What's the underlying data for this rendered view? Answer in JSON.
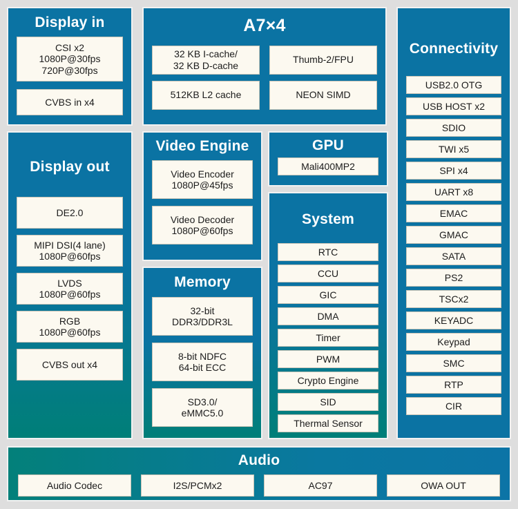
{
  "diagram": {
    "colors": {
      "background": "#dedede",
      "panel_blue": "#0b73a3",
      "panel_teal": "#007f78",
      "box_cream": "#fcf9f0",
      "title_text": "#ffffff",
      "box_text": "#1b1b1b"
    }
  },
  "display_in": {
    "title": "Display in",
    "boxes": [
      "CSI x2\n1080P@30fps\n720P@30fps",
      "CVBS in x4"
    ]
  },
  "a7": {
    "title": "A7×4",
    "boxes": [
      "32 KB I-cache/\n32 KB D-cache",
      "Thumb-2/FPU",
      "512KB L2 cache",
      "NEON SIMD"
    ]
  },
  "connectivity": {
    "title": "Connectivity",
    "boxes": [
      "USB2.0 OTG",
      "USB HOST x2",
      "SDIO",
      "TWI x5",
      "SPI x4",
      "UART x8",
      "EMAC",
      "GMAC",
      "SATA",
      "PS2",
      "TSCx2",
      "KEYADC",
      "Keypad",
      "SMC",
      "RTP",
      "CIR"
    ]
  },
  "display_out": {
    "title": "Display out",
    "boxes": [
      "DE2.0",
      "MIPI DSI(4 lane)\n1080P@60fps",
      "LVDS\n1080P@60fps",
      "RGB\n1080P@60fps",
      "CVBS out x4"
    ]
  },
  "video_engine": {
    "title": "Video Engine",
    "boxes": [
      "Video Encoder\n1080P@45fps",
      "Video Decoder\n1080P@60fps"
    ]
  },
  "memory": {
    "title": "Memory",
    "boxes": [
      "32-bit\nDDR3/DDR3L",
      "8-bit NDFC\n64-bit ECC",
      "SD3.0/\neMMC5.0"
    ]
  },
  "gpu": {
    "title": "GPU",
    "boxes": [
      "Mali400MP2"
    ]
  },
  "system": {
    "title": "System",
    "boxes": [
      "RTC",
      "CCU",
      "GIC",
      "DMA",
      "Timer",
      "PWM",
      "Crypto Engine",
      "SID",
      "Thermal Sensor"
    ]
  },
  "audio": {
    "title": "Audio",
    "boxes": [
      "Audio Codec",
      "I2S/PCMx2",
      "AC97",
      "OWA OUT"
    ]
  }
}
